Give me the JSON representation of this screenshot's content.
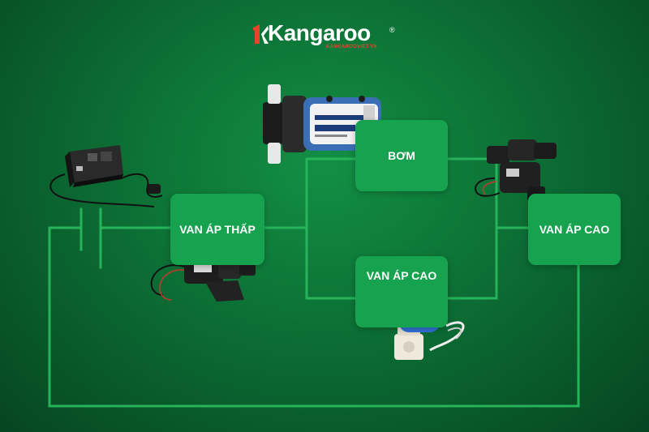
{
  "brand": {
    "name": "Kangaroo",
    "registered_mark": "®",
    "website": "KANGAROOVIET.VN",
    "accent_color": "#e8442a"
  },
  "labels": {
    "pump": "BƠM",
    "low_pressure_valve": "VAN ÁP THẤP",
    "high_pressure_valve_center": "VAN ÁP CAO",
    "high_pressure_valve_right": "VAN ÁP CAO"
  },
  "colors": {
    "background": "#0d7437",
    "label_box": "#17a24f",
    "wire": "#27b35a"
  },
  "devices": {
    "adapter": "power-adapter-icon",
    "pump": "booster-pump-icon",
    "low_valve": "low-pressure-switch-icon",
    "solenoid": "solenoid-valve-icon",
    "high_valve": "high-pressure-switch-icon"
  }
}
